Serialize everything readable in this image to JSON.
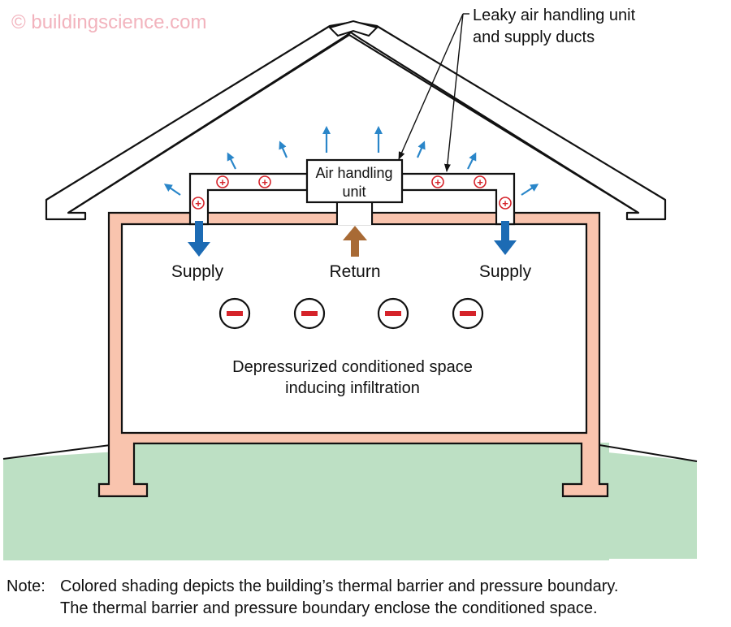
{
  "watermark": "© buildingscience.com",
  "callout": {
    "line1": "Leaky air handling unit",
    "line2": "and supply ducts"
  },
  "air_handler": {
    "line1": "Air handling",
    "line2": "unit"
  },
  "labels": {
    "supply_left": "Supply",
    "return": "Return",
    "supply_right": "Supply",
    "depressurized_line1": "Depressurized conditioned space",
    "depressurized_line2": "inducing infiltration"
  },
  "note": {
    "prefix": "Note:",
    "line1": "Colored shading depicts the building’s thermal barrier and pressure boundary.",
    "line2": "The thermal barrier and pressure boundary enclose the conditioned space."
  },
  "symbols": {
    "positive_pressure": "+",
    "negative_pressure": "−"
  },
  "colors": {
    "thermal_boundary": "#f9c4ae",
    "ground": "#bde0c4",
    "supply_arrow": "#1c6bb4",
    "leak_arrow": "#2a86c9",
    "return_arrow": "#a86a35",
    "pressure_sign": "#d5232a",
    "outline": "#111111"
  }
}
